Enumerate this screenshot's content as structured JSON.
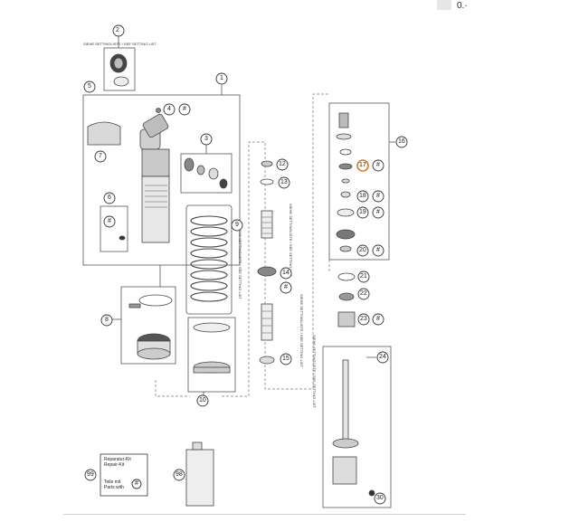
{
  "viewer": {
    "zoom_display": "0.·"
  },
  "diagram": {
    "setting_note": "SIEHE SETTINGLISTE / SEE SETTING LIST",
    "callouts": [
      "1",
      "2",
      "3",
      "4",
      "5",
      "6",
      "7",
      "8",
      "9",
      "10",
      "12",
      "13",
      "14",
      "15",
      "16",
      "17",
      "18",
      "19",
      "20",
      "21",
      "22",
      "23",
      "24",
      "30",
      "98",
      "99"
    ],
    "ref_mark": "#",
    "highlighted_callout": "17",
    "kit_card": {
      "title_de": "Reparatur-Kit",
      "title_en": "Repair-Kit",
      "parts_de": "Teile mit",
      "parts_en": "Parts with"
    }
  },
  "colors": {
    "line": "#555555",
    "highlight": "#e07a1f",
    "part": "#d9d9d9",
    "dark": "#333333"
  }
}
